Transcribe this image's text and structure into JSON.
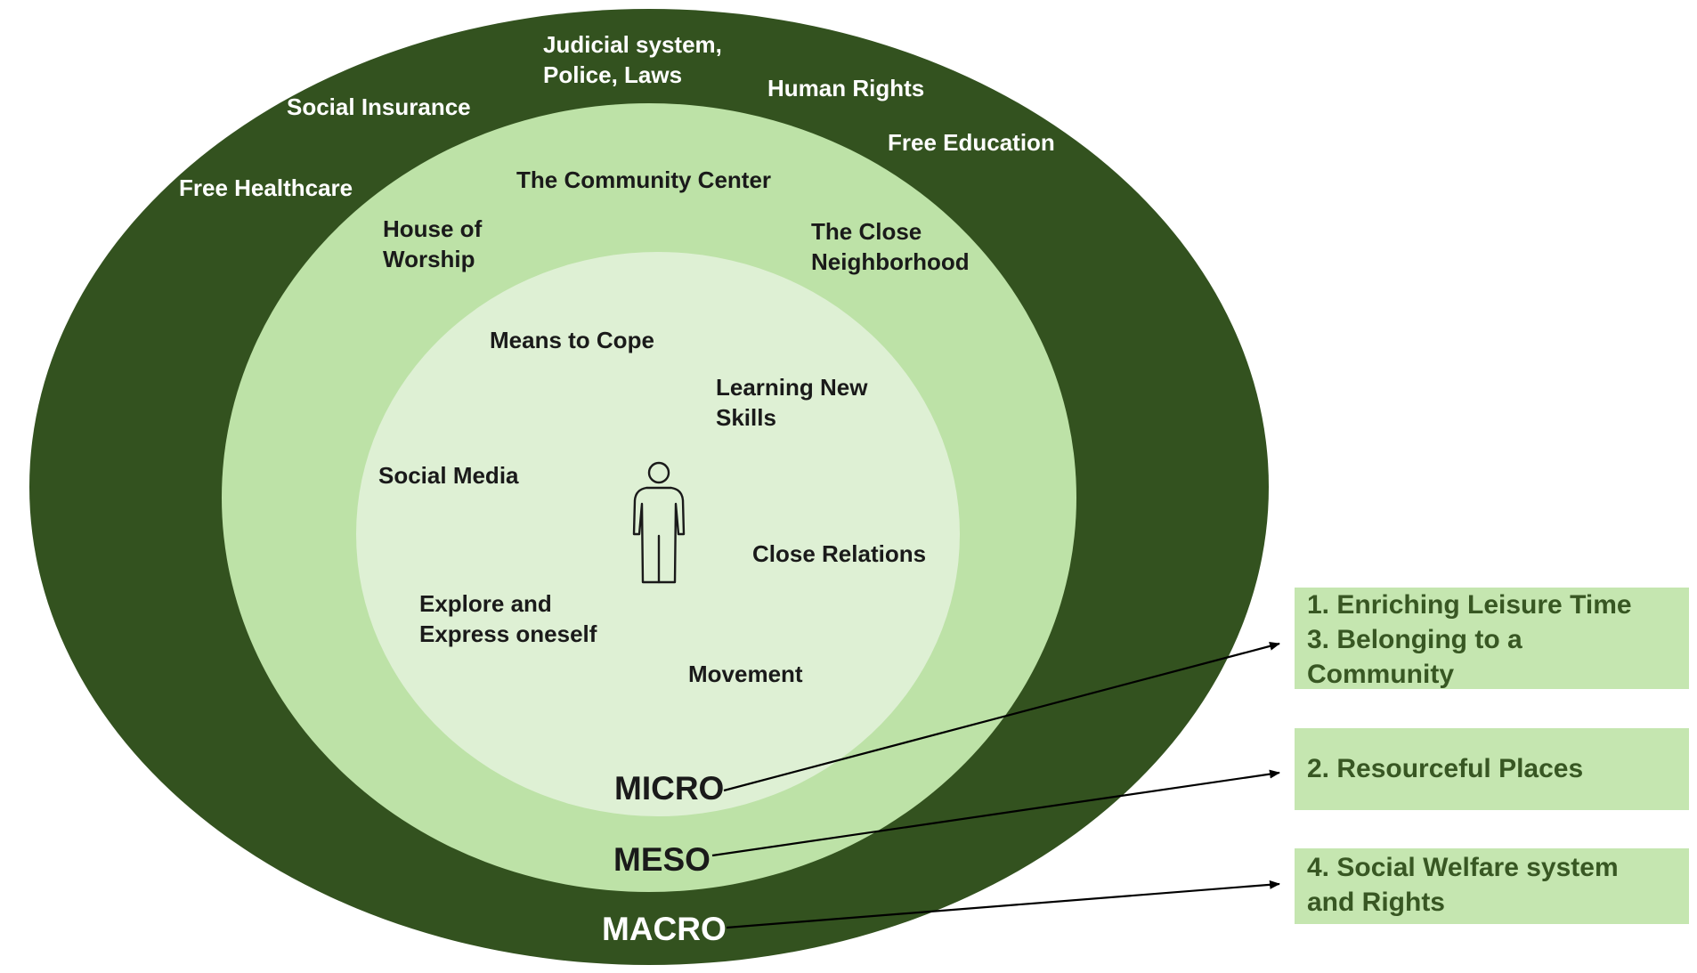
{
  "colors": {
    "macro_fill": "#33521f",
    "meso_fill": "#bde2a7",
    "micro_fill": "#def0d4",
    "box_fill": "#c5e6b0",
    "box_text": "#385723"
  },
  "levels": {
    "micro": "MICRO",
    "meso": "MESO",
    "macro": "MACRO"
  },
  "macro_items": [
    "Judicial system,\nPolice, Laws",
    "Social Insurance",
    "Human Rights",
    "Free Education",
    "Free Healthcare"
  ],
  "meso_items": [
    "The Community Center",
    "House of\nWorship",
    "The Close\nNeighborhood"
  ],
  "micro_items": [
    "Means to Cope",
    "Learning New\nSkills",
    "Social Media",
    "Close Relations",
    "Explore and\nExpress oneself",
    "Movement"
  ],
  "center_icon": "person-icon",
  "outcome_boxes": [
    {
      "lines": [
        "1. Enriching Leisure Time",
        "3. Belonging to a",
        "Community"
      ]
    },
    {
      "lines": [
        "2. Resourceful Places"
      ]
    },
    {
      "lines": [
        "4. Social Welfare system",
        "and Rights"
      ]
    }
  ]
}
